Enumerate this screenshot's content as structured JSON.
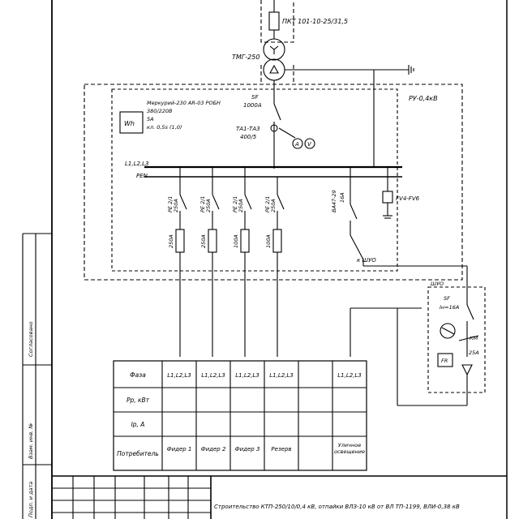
{
  "diagram": {
    "fuse_label": "ПКТ 101-10-25/31,5",
    "transformer_label": "ТМГ-250",
    "ru_label": "РУ-0,4кВ",
    "meter": {
      "icon_text": "Wh",
      "line1": "Меркурий-230 AR-03 РОБН",
      "line2": "380/220В",
      "line3": "5А",
      "line4": "кл. 0,5s (1,0)"
    },
    "main_breaker": {
      "name": "SF",
      "rating": "1000А"
    },
    "ct": {
      "name": "ТА1-ТА3",
      "ratio": "400/5"
    },
    "ammeter": "A",
    "voltmeter": "V",
    "bus": {
      "phases": "L1,L2,L3",
      "pen": "PEN"
    },
    "feeders": [
      {
        "switch": "РЕ 2/1",
        "switch_rating": "250А",
        "fuse": "250А"
      },
      {
        "switch": "РЕ 2/1",
        "switch_rating": "250А",
        "fuse": "250А"
      },
      {
        "switch": "РЕ 2/1",
        "switch_rating": "250А",
        "fuse": "100А"
      },
      {
        "switch": "РЕ 2/1",
        "switch_rating": "250А",
        "fuse": "100А"
      }
    ],
    "lighting_breaker": {
      "name": "ВА47-29",
      "rating": "16А"
    },
    "surge": "FV4-FV6",
    "cable_ref": "к ШУО",
    "shuo": {
      "title": "ШУО",
      "breaker": "SF",
      "breaker_rating": "Iн=16А",
      "contactor": "КМ",
      "contactor_rating": "25А",
      "relay": "FR"
    }
  },
  "table": {
    "row_headers": [
      "Фаза",
      "Рр, кВт",
      "Ір, А",
      "Потребитель"
    ],
    "phase_values": [
      "L1,L2,L3",
      "L1,L2,L3",
      "L1,L2,L3",
      "L1,L2,L3",
      "",
      "L1,L2,L3"
    ],
    "consumers": [
      "Фидер 1",
      "Фидер 2",
      "Фидер 3",
      "Резерв",
      "",
      "Уличное освещение"
    ]
  },
  "side_stamps": [
    "Согласовано",
    "Взам. инв. №",
    "Подп. и дата"
  ],
  "title_block_text": "Строительство КТП-250/10/0,4 кВ, отпайки ВЛЗ-10 кВ от ВЛ ТП-1199, ВЛИ-0,38 кВ"
}
